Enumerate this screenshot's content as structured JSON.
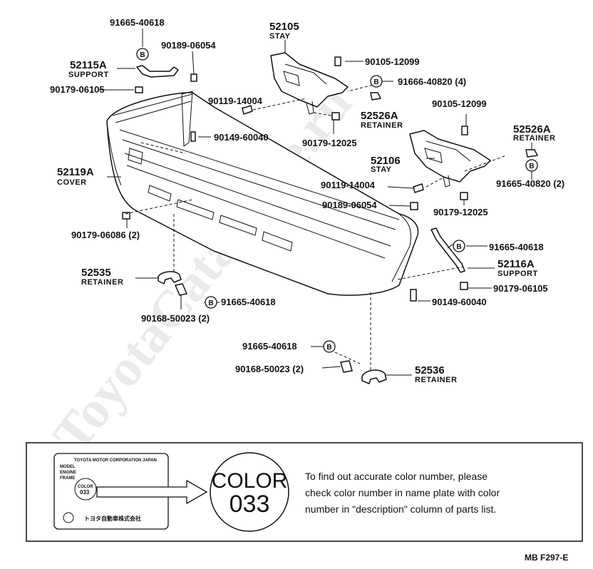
{
  "watermark": "ToyotaCatalogue.ru",
  "labels": {
    "p91665_40618_top": "91665-40618",
    "p90189_06054_top": "90189-06054",
    "p52115A": "52115A",
    "p52115A_sub": "SUPPORT",
    "p90179_06105_left": "90179-06105",
    "p52105": "52105",
    "p52105_sub": "STAY",
    "p90105_12099_top": "90105-12099",
    "p91666_40820": "91666-40820 (4)",
    "p90119_14004_top": "90119-14004",
    "p52526A_left": "52526A",
    "p52526A_left_sub": "RETAINER",
    "p90149_60040_top": "90149-60040",
    "p90179_12025_top": "90179-12025",
    "p90105_12099_right": "90105-12099",
    "p52526A_right": "52526A",
    "p52526A_right_sub": "RETAINER",
    "p52119A": "52119A",
    "p52119A_sub": "COVER",
    "p52106": "52106",
    "p52106_sub": "STAY",
    "p90119_14004_right": "90119-14004",
    "p91665_40820": "91665-40820 (2)",
    "p90189_06054_right": "90189-06054",
    "p90179_12025_right": "90179-12025",
    "p90179_06086": "90179-06086 (2)",
    "p91665_40618_right": "91665-40618",
    "p52116A": "52116A",
    "p52116A_sub": "SUPPORT",
    "p52535": "52535",
    "p52535_sub": "RETAINER",
    "p90179_06105_right": "90179-06105",
    "p91665_40618_mid": "91665-40618",
    "p90149_60040_right": "90149-60040",
    "p90168_50023_left": "90168-50023 (2)",
    "p91665_40618_low": "91665-40618",
    "p90168_50023_low": "90168-50023 (2)",
    "p52536": "52536",
    "p52536_sub": "RETAINER",
    "b_mark": "B"
  },
  "note_box": {
    "plate_title": "TOYOTA MOTOR CORPORATION JAPAN",
    "plate_model": "MODEL",
    "plate_engine": "ENGINE",
    "plate_frame": "FRAME",
    "plate_color_label": "COLOR",
    "plate_color_value": "033",
    "plate_footer": "トヨタ自動車株式会社",
    "color_word": "COLOR",
    "color_number": "033",
    "line1": "To find out accurate color number, please",
    "line2": "check color number in name plate with color",
    "line3": "number in \"description\" column of parts list."
  },
  "footer": "MB  F297-E"
}
